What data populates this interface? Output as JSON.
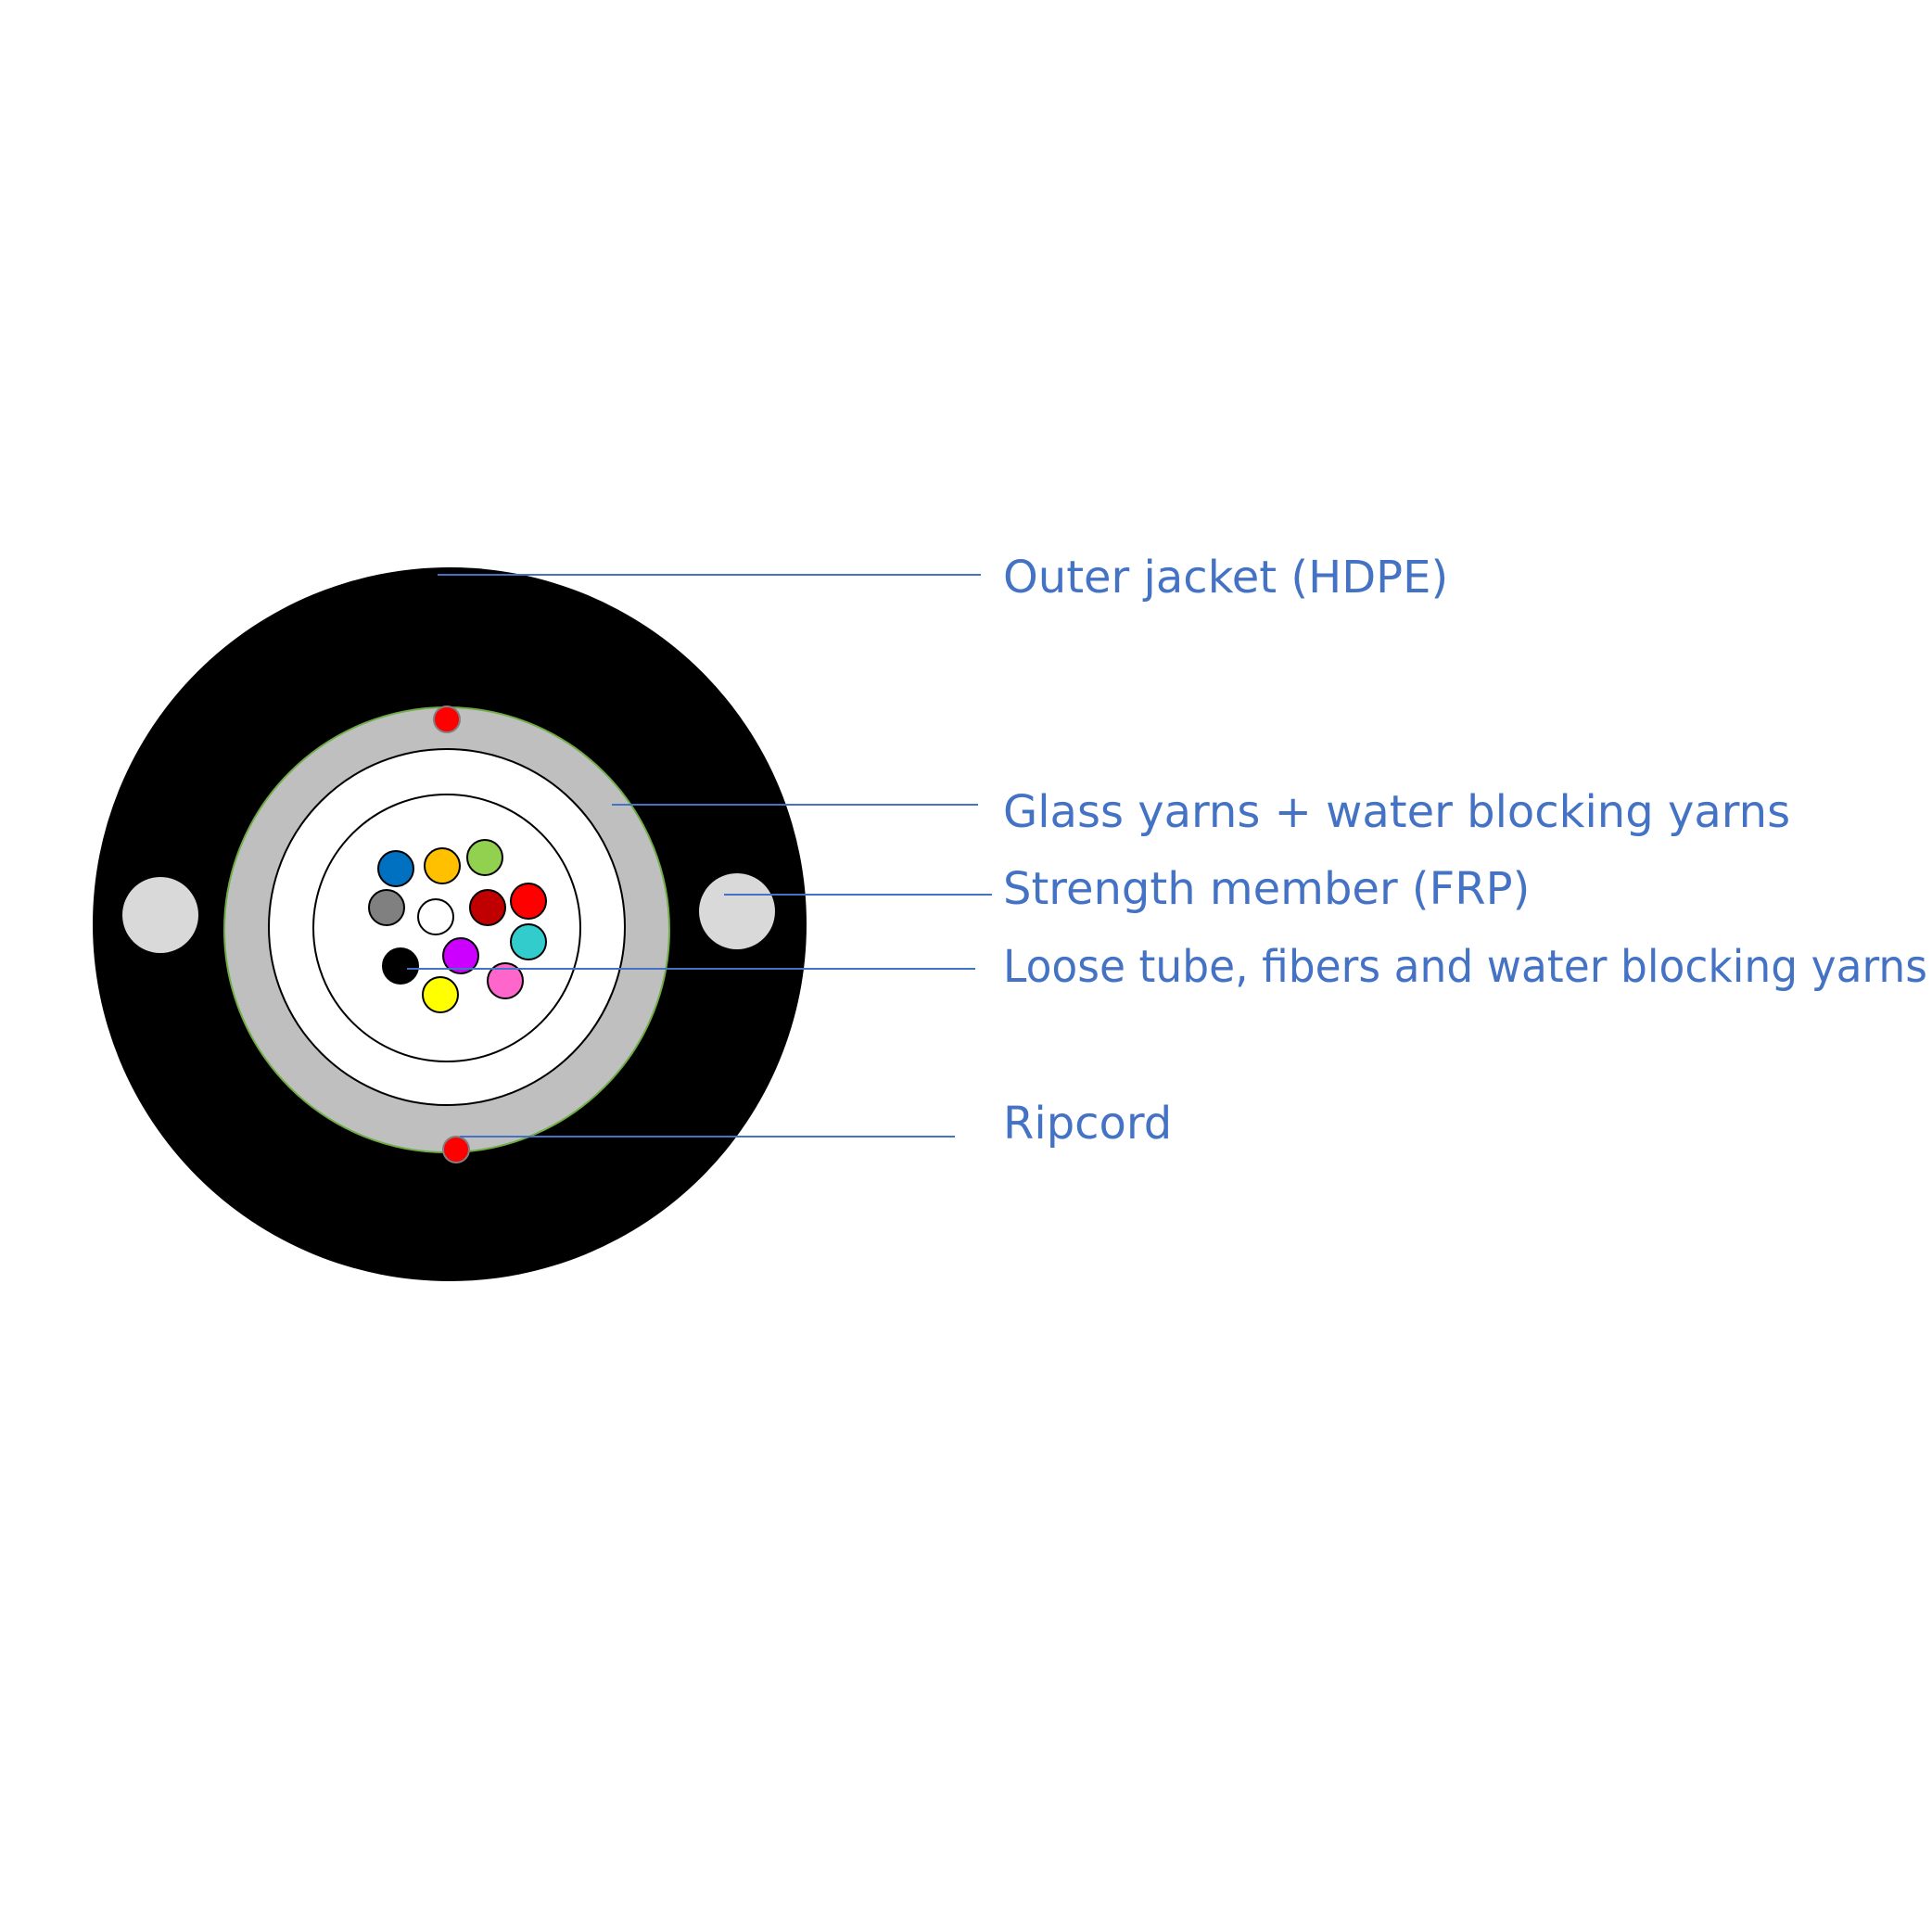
{
  "labels": {
    "outer_jacket": "Outer jacket (HDPE)",
    "glass_yarns": "Glass yarns + water blocking yarns",
    "strength_member": "Strength member (FRP)",
    "loose_tube": "Loose tube, fibers and water blocking yarns",
    "ripcord": "Ripcord"
  },
  "colors": {
    "label_text": "#4472c4",
    "leader_line": "#4472c4",
    "jacket": "#000000",
    "yarn_layer": "#bfbfbf",
    "yarn_layer_edge": "#70ad47",
    "strength_member": "#d9d9d9",
    "ripcord": "#ff0000",
    "tube": "#ffffff"
  },
  "fibers": [
    {
      "color_name": "blue",
      "color": "#0070c0"
    },
    {
      "color_name": "orange",
      "color": "#ffc000"
    },
    {
      "color_name": "green",
      "color": "#92d050"
    },
    {
      "color_name": "gray",
      "color": "#808080"
    },
    {
      "color_name": "white",
      "color": "#ffffff"
    },
    {
      "color_name": "brown-red",
      "color": "#c00000"
    },
    {
      "color_name": "red",
      "color": "#ff0000"
    },
    {
      "color_name": "aqua",
      "color": "#33cccc"
    },
    {
      "color_name": "black",
      "color": "#000000"
    },
    {
      "color_name": "violet",
      "color": "#cc00ff"
    },
    {
      "color_name": "rose",
      "color": "#ff66cc"
    },
    {
      "color_name": "yellow",
      "color": "#ffff00"
    }
  ]
}
